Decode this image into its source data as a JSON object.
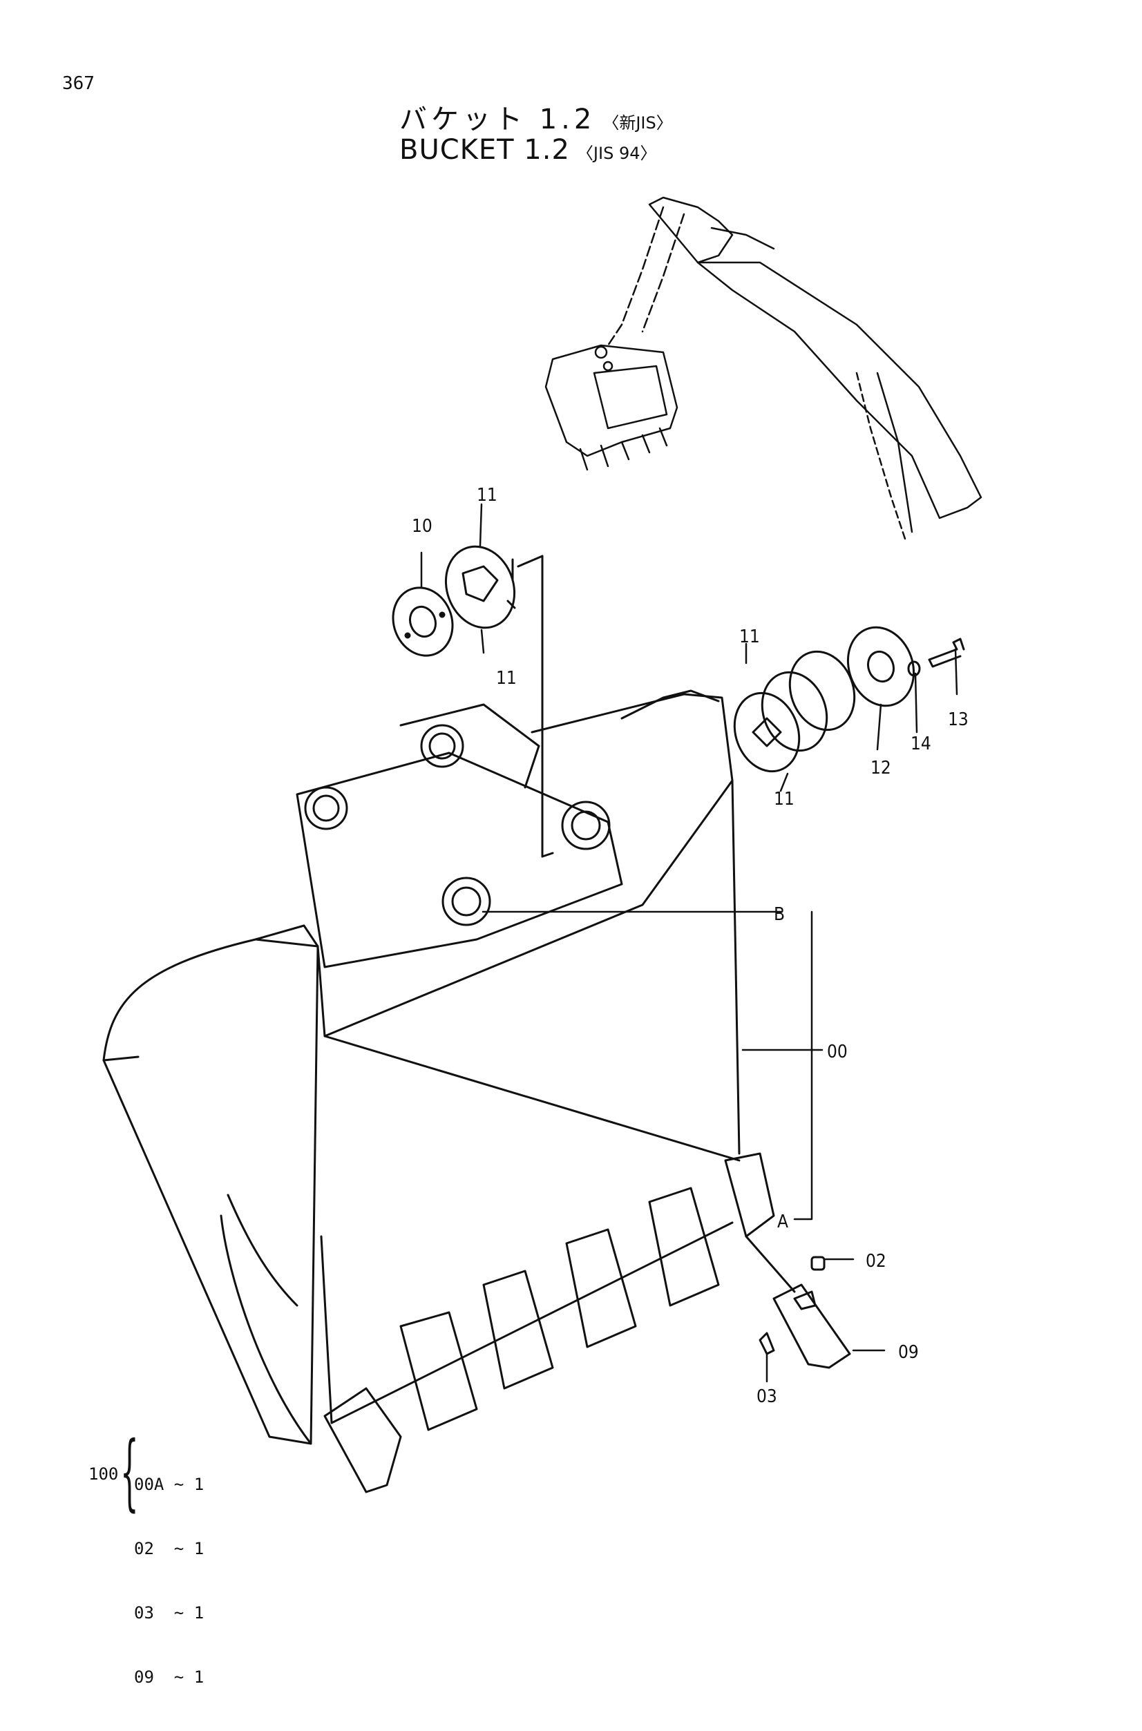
{
  "page_number": "367",
  "title": {
    "jp_main": "バケット 1.2",
    "jp_sub": "〈新JIS〉",
    "en_main": "BUCKET 1.2",
    "en_sub": "〈JIS 94〉"
  },
  "callouts": {
    "c10": "10",
    "c11a": "11",
    "c11b": "11",
    "c11c": "11",
    "c11d": "11",
    "c12": "12",
    "c13": "13",
    "c14": "14",
    "cB": "B",
    "c00": "00",
    "cA": "A",
    "c02": "02",
    "c09": "09",
    "c03": "03"
  },
  "kit": {
    "number": "100",
    "items": [
      "00A ~ 1",
      "02  ~ 1",
      "03  ~ 1",
      "09  ~ 1"
    ]
  }
}
